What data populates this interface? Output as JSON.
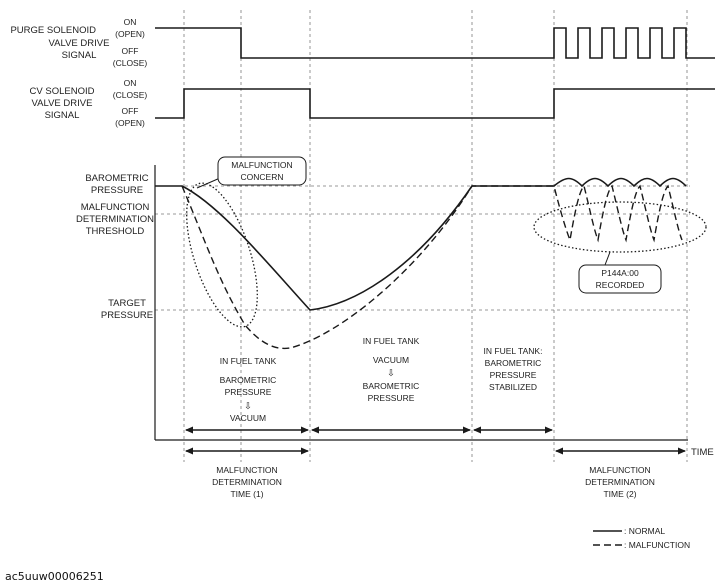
{
  "signals": {
    "purge": {
      "name_lines": [
        "PURGE SOLENOID",
        "VALVE DRIVE",
        "SIGNAL"
      ],
      "on": "ON",
      "on_sub": "(OPEN)",
      "off": "OFF",
      "off_sub": "(CLOSE)"
    },
    "cv": {
      "name_lines": [
        "CV SOLENOID",
        "VALVE DRIVE",
        "SIGNAL"
      ],
      "on": "ON",
      "on_sub": "(CLOSE)",
      "off": "OFF",
      "off_sub": "(OPEN)"
    }
  },
  "pressure_levels": {
    "barometric": [
      "BAROMETRIC",
      "PRESSURE"
    ],
    "threshold": [
      "MALFUNCTION",
      "DETERMINATION",
      "THRESHOLD"
    ],
    "target": [
      "TARGET",
      "PRESSURE"
    ]
  },
  "callouts": {
    "concern": [
      "MALFUNCTION",
      "CONCERN"
    ],
    "recorded": [
      "P144A:00",
      "RECORDED"
    ]
  },
  "phases": [
    [
      "IN FUEL TANK",
      "BAROMETRIC",
      "PRESSURE",
      "⇩",
      "VACUUM"
    ],
    [
      "IN FUEL TANK",
      "VACUUM",
      "⇩",
      "BAROMETRIC",
      "PRESSURE"
    ],
    [
      "IN FUEL TANK:",
      "BAROMETRIC",
      "PRESSURE",
      "STABILIZED"
    ]
  ],
  "time_label": "TIME",
  "determination_times": [
    [
      "MALFUNCTION",
      "DETERMINATION",
      "TIME (1)"
    ],
    [
      "MALFUNCTION",
      "DETERMINATION",
      "TIME (2)"
    ]
  ],
  "legend": {
    "normal": ": NORMAL",
    "malfunction": ": MALFUNCTION"
  },
  "document_code": "ac5uuw00006251"
}
